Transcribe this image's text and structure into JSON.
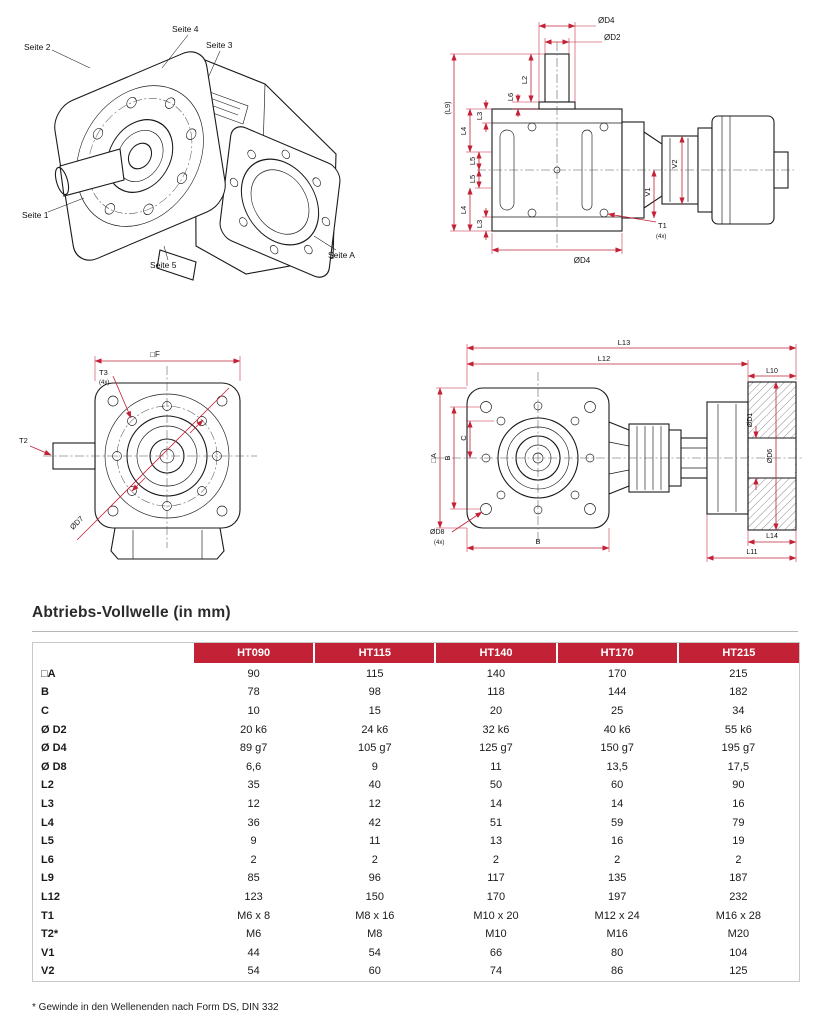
{
  "page": {
    "title": "Abtriebs-Vollwelle (in mm)",
    "footnote": "* Gewinde in den Wellenenden nach Form DS, DIN 332"
  },
  "colors": {
    "accent_red": "#c32136",
    "drawing_line": "#1a1a1a",
    "header_text": "#ffffff"
  },
  "table": {
    "columns": [
      "HT090",
      "HT115",
      "HT140",
      "HT170",
      "HT215"
    ],
    "rows": [
      {
        "label": "□A",
        "values": [
          "90",
          "115",
          "140",
          "170",
          "215"
        ]
      },
      {
        "label": "B",
        "values": [
          "78",
          "98",
          "118",
          "144",
          "182"
        ]
      },
      {
        "label": "C",
        "values": [
          "10",
          "15",
          "20",
          "25",
          "34"
        ]
      },
      {
        "label": "Ø D2",
        "values": [
          "20 k6",
          "24 k6",
          "32 k6",
          "40 k6",
          "55 k6"
        ]
      },
      {
        "label": "Ø D4",
        "values": [
          "89 g7",
          "105 g7",
          "125 g7",
          "150 g7",
          "195 g7"
        ]
      },
      {
        "label": "Ø D8",
        "values": [
          "6,6",
          "9",
          "11",
          "13,5",
          "17,5"
        ]
      },
      {
        "label": "L2",
        "values": [
          "35",
          "40",
          "50",
          "60",
          "90"
        ]
      },
      {
        "label": "L3",
        "values": [
          "12",
          "12",
          "14",
          "14",
          "16"
        ]
      },
      {
        "label": "L4",
        "values": [
          "36",
          "42",
          "51",
          "59",
          "79"
        ]
      },
      {
        "label": "L5",
        "values": [
          "9",
          "11",
          "13",
          "16",
          "19"
        ]
      },
      {
        "label": "L6",
        "values": [
          "2",
          "2",
          "2",
          "2",
          "2"
        ]
      },
      {
        "label": "L9",
        "values": [
          "85",
          "96",
          "117",
          "135",
          "187"
        ]
      },
      {
        "label": "L12",
        "values": [
          "123",
          "150",
          "170",
          "197",
          "232"
        ]
      },
      {
        "label": "T1",
        "values": [
          "M6 x 8",
          "M8 x 16",
          "M10 x 20",
          "M12 x 24",
          "M16 x 28"
        ]
      },
      {
        "label": "T2*",
        "values": [
          "M6",
          "M8",
          "M10",
          "M16",
          "M20"
        ]
      },
      {
        "label": "V1",
        "values": [
          "44",
          "54",
          "66",
          "80",
          "104"
        ]
      },
      {
        "label": "V2",
        "values": [
          "54",
          "60",
          "74",
          "86",
          "125"
        ]
      }
    ]
  },
  "drawings": {
    "iso": {
      "labels": {
        "seite1": "Seite 1",
        "seite2": "Seite 2",
        "seite3": "Seite 3",
        "seite4": "Seite 4",
        "seite5": "Seite 5",
        "seiteA": "Seite A"
      }
    },
    "top": {
      "labels": {
        "d4_top": "ØD4",
        "d2": "ØD2",
        "l2": "L2",
        "l6": "L6",
        "l3_upper": "L3",
        "l9": "(L9)",
        "l4_upper": "L4",
        "l5_upper": "L5",
        "l5_lower": "L5",
        "l4_lower": "L4",
        "l3_lower": "L3",
        "v2": "V2",
        "v1": "V1",
        "t1": "T1",
        "t1_qty": "(4x)",
        "d4_bottom": "ØD4"
      }
    },
    "front": {
      "labels": {
        "f": "□F",
        "t3": "T3",
        "t3_qty": "(4x)",
        "t2": "T2",
        "d7": "ØD7"
      }
    },
    "side": {
      "labels": {
        "l13": "L13",
        "l12": "L12",
        "l10": "L10",
        "a": "□A",
        "b_left": "B",
        "c": "C",
        "d1": "ØD1",
        "d6": "ØD6",
        "l14": "L14",
        "l11": "L11",
        "d8": "ØD8",
        "d8_qty": "(4x)",
        "b_bottom": "B"
      }
    }
  }
}
